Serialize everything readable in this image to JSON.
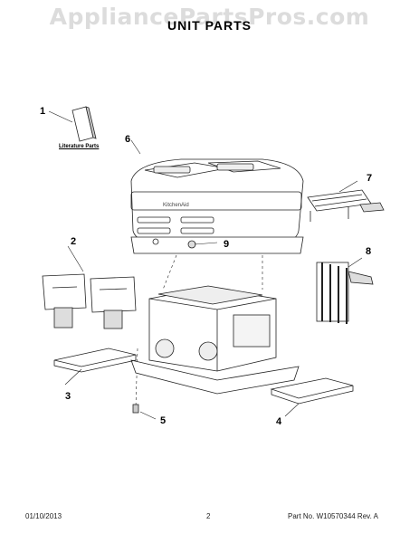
{
  "watermark": "AppliancePartsPros.com",
  "title": "UNIT PARTS",
  "literature_label": "Literature Parts",
  "callouts": [
    "1",
    "2",
    "3",
    "4",
    "5",
    "6",
    "7",
    "8",
    "9"
  ],
  "footer": {
    "date": "01/10/2013",
    "page": "2",
    "part": "Part No. W10570344  Rev. A"
  }
}
